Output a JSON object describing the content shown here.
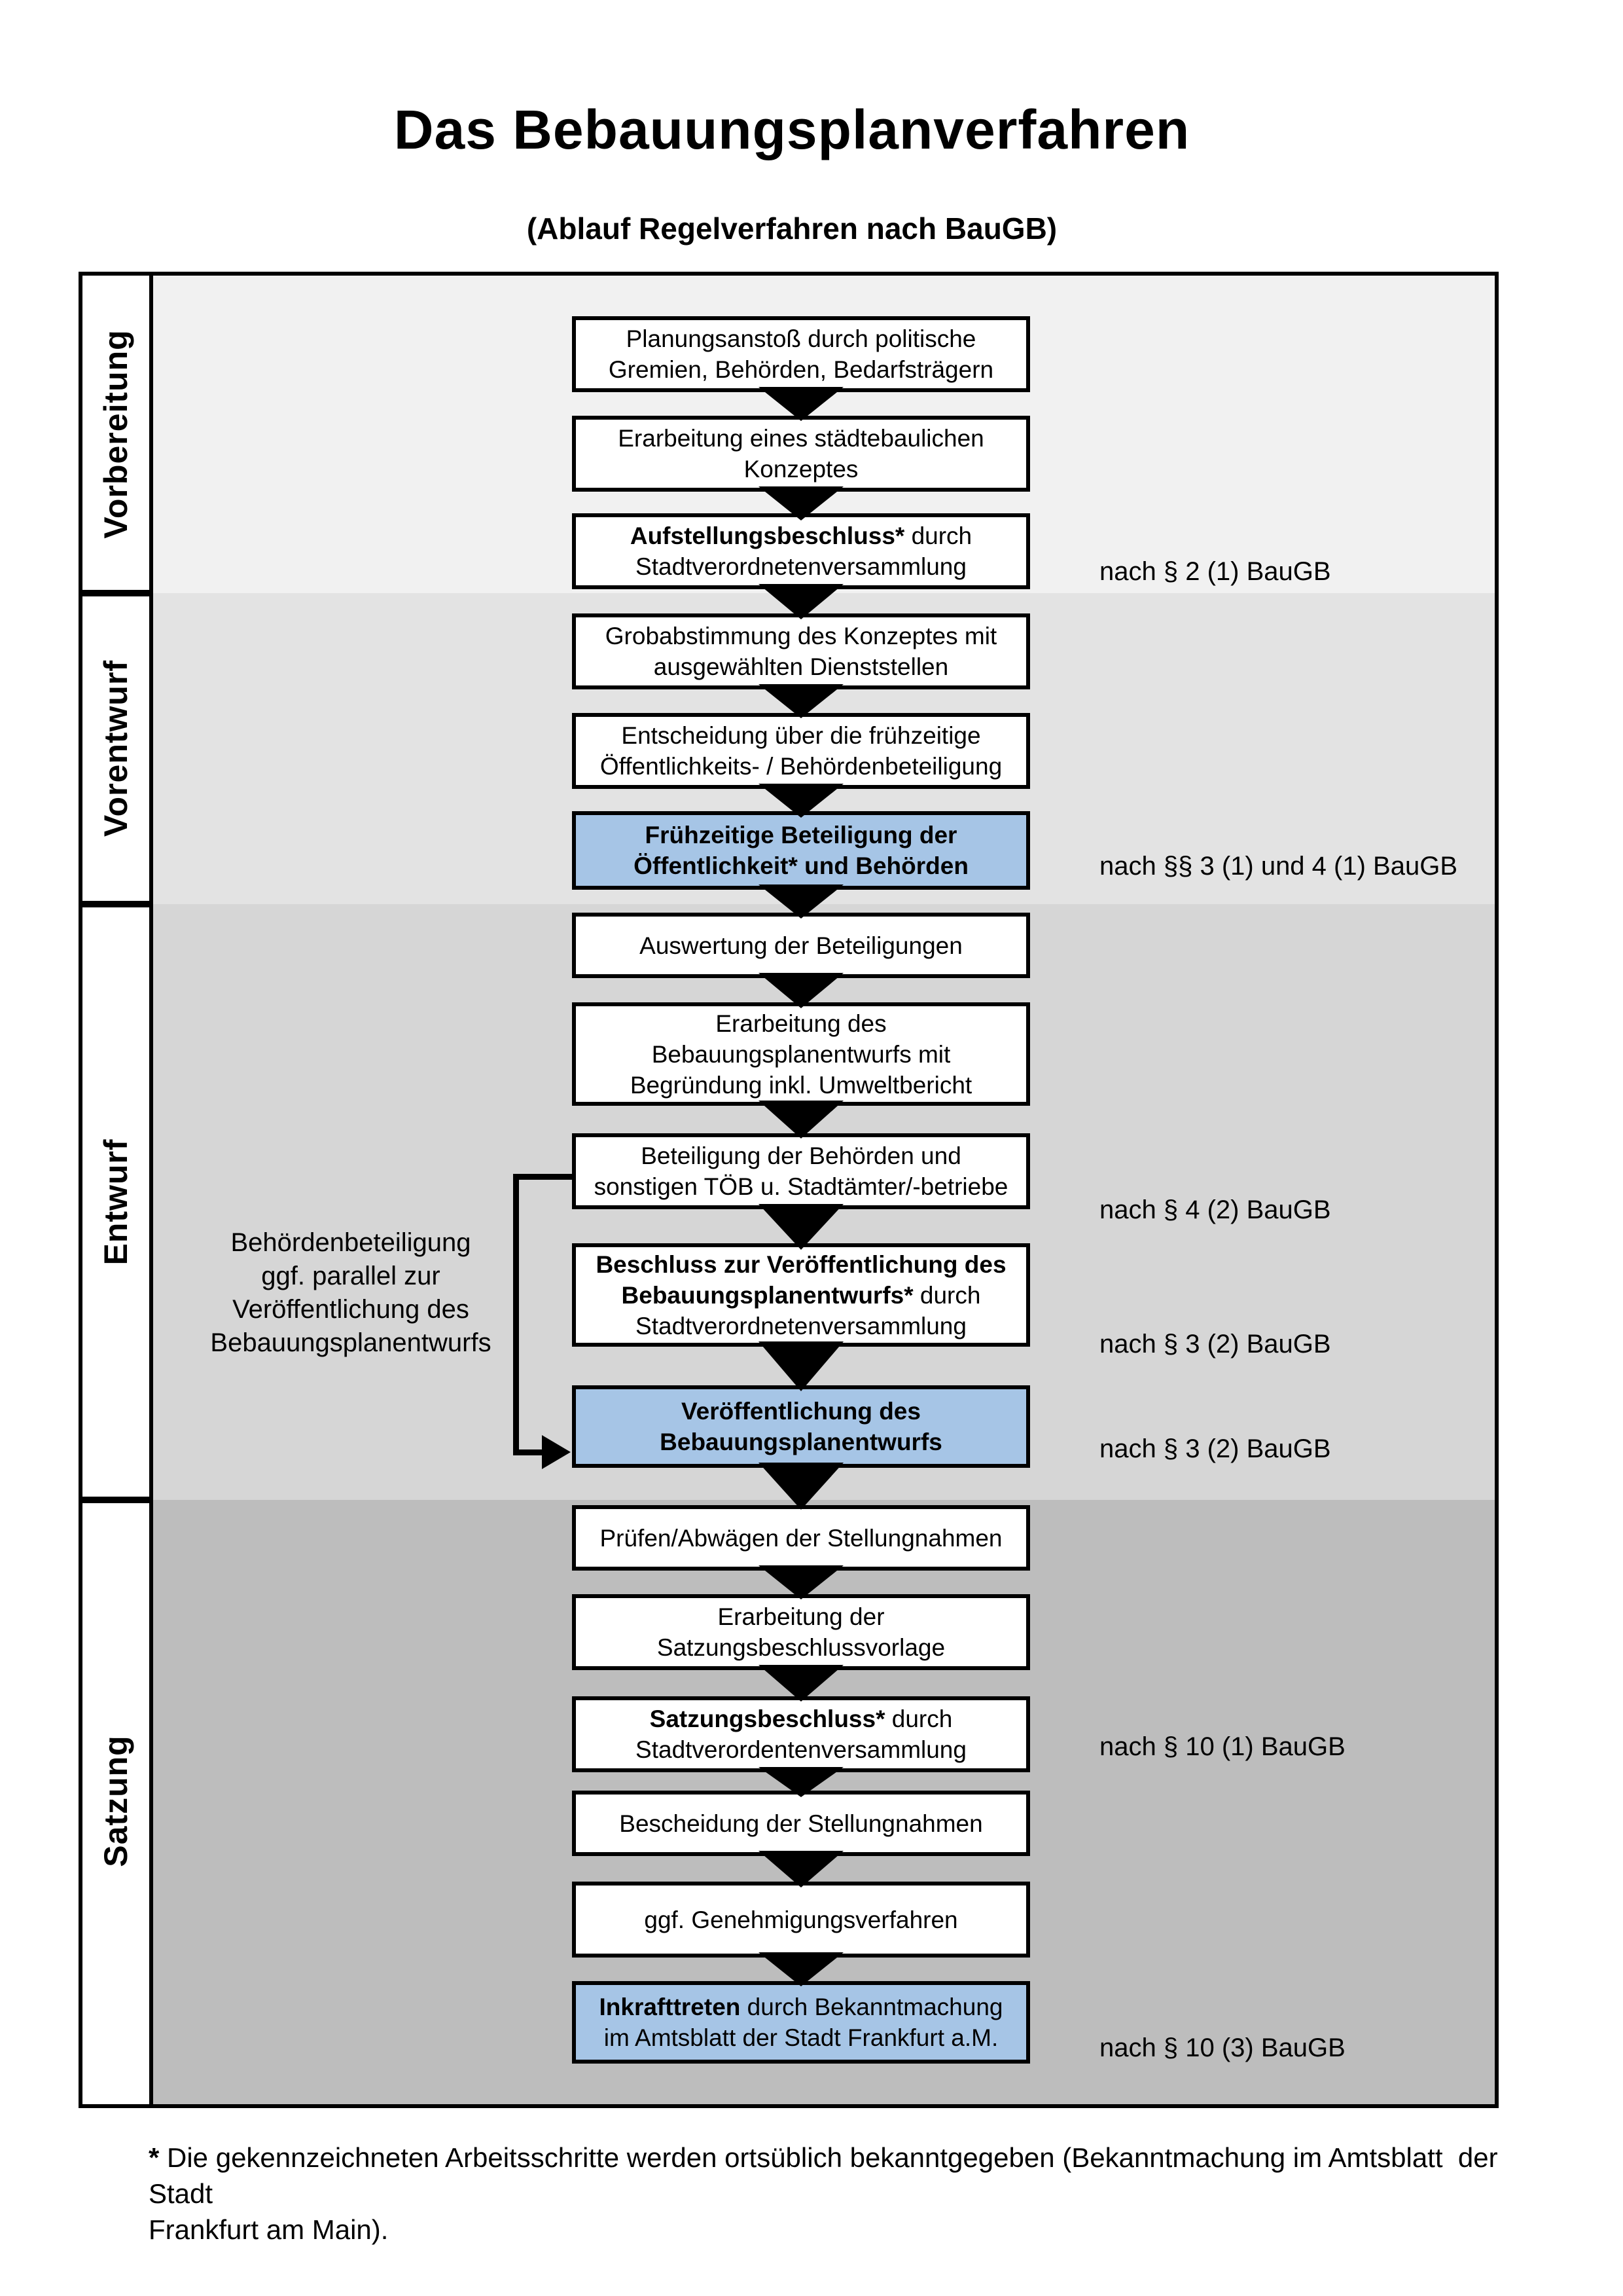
{
  "title": "Das Bebauungsplanverfahren",
  "subtitle": "(Ablauf Regelverfahren nach BauGB)",
  "colors": {
    "highlight": "#a6c5e6",
    "section_vorbereitung": "#f1f1f1",
    "section_vorentwurf": "#e3e3e3",
    "section_entwurf": "#d6d6d6",
    "section_satzung": "#bdbdbd"
  },
  "sections": [
    {
      "label": "Vorbereitung"
    },
    {
      "label": "Vorentwurf"
    },
    {
      "label": "Entwurf"
    },
    {
      "label": "Satzung"
    }
  ],
  "side_note": "Behördenbeteiligung\nggf. parallel zur\nVeröffentlichung des\nBebauungsplanentwurfs",
  "boxes": [
    {
      "lines": [
        [
          {
            "t": "Planungsanstoß durch politische"
          }
        ],
        [
          {
            "t": "Gremien, Behörden, Bedarfsträgern"
          }
        ]
      ]
    },
    {
      "lines": [
        [
          {
            "t": "Erarbeitung eines städtebaulichen"
          }
        ],
        [
          {
            "t": "Konzeptes"
          }
        ]
      ]
    },
    {
      "lines": [
        [
          {
            "t": "Aufstellungsbeschluss*",
            "b": true
          },
          {
            "t": " durch"
          }
        ],
        [
          {
            "t": "Stadtverordnetenversammlung"
          }
        ]
      ]
    },
    {
      "lines": [
        [
          {
            "t": "Grobabstimmung des Konzeptes mit"
          }
        ],
        [
          {
            "t": "ausgewählten Dienststellen"
          }
        ]
      ]
    },
    {
      "lines": [
        [
          {
            "t": "Entscheidung über die frühzeitige"
          }
        ],
        [
          {
            "t": "Öffentlichkeits- / Behördenbeteiligung"
          }
        ]
      ]
    },
    {
      "lines": [
        [
          {
            "t": "Frühzeitige Beteiligung der",
            "b": true
          }
        ],
        [
          {
            "t": "Öffentlichkeit* und Behörden",
            "b": true
          }
        ]
      ]
    },
    {
      "lines": [
        [
          {
            "t": "Auswertung der Beteiligungen"
          }
        ]
      ]
    },
    {
      "lines": [
        [
          {
            "t": "Erarbeitung des"
          }
        ],
        [
          {
            "t": "Bebauungsplanentwurfs mit"
          }
        ],
        [
          {
            "t": "Begründung inkl. Umweltbericht"
          }
        ]
      ]
    },
    {
      "lines": [
        [
          {
            "t": "Beteiligung der Behörden und"
          }
        ],
        [
          {
            "t": "sonstigen TÖB u. Stadtämter/-betriebe"
          }
        ]
      ]
    },
    {
      "lines": [
        [
          {
            "t": "Beschluss zur Veröffentlichung des",
            "b": true
          }
        ],
        [
          {
            "t": "Bebauungsplanentwurfs*",
            "b": true
          },
          {
            "t": " durch"
          }
        ],
        [
          {
            "t": "Stadtverordnetenversammlung"
          }
        ]
      ]
    },
    {
      "lines": [
        [
          {
            "t": "Veröffentlichung des",
            "b": true
          }
        ],
        [
          {
            "t": "Bebauungsplanentwurfs",
            "b": true
          }
        ]
      ]
    },
    {
      "lines": [
        [
          {
            "t": "Prüfen/Abwägen der Stellungnahmen"
          }
        ]
      ]
    },
    {
      "lines": [
        [
          {
            "t": "Erarbeitung der"
          }
        ],
        [
          {
            "t": "Satzungsbeschlussvorlage"
          }
        ]
      ]
    },
    {
      "lines": [
        [
          {
            "t": "Satzungsbeschluss*",
            "b": true
          },
          {
            "t": " durch"
          }
        ],
        [
          {
            "t": "Stadtverordentenversammlung"
          }
        ]
      ]
    },
    {
      "lines": [
        [
          {
            "t": "Bescheidung der Stellungnahmen"
          }
        ]
      ]
    },
    {
      "lines": [
        [
          {
            "t": "ggf. Genehmigungsverfahren"
          }
        ]
      ]
    },
    {
      "lines": [
        [
          {
            "t": "Inkrafttreten",
            "b": true
          },
          {
            "t": " durch Bekanntmachung"
          }
        ],
        [
          {
            "t": "im Amtsblatt der Stadt Frankfurt a.M."
          }
        ]
      ]
    }
  ],
  "annotations": [
    {
      "text": "nach § 2 (1) BauGB"
    },
    {
      "text": "nach §§ 3 (1) und 4 (1) BauGB"
    },
    {
      "text": "nach § 4 (2) BauGB"
    },
    {
      "text": "nach § 3 (2) BauGB"
    },
    {
      "text": "nach § 3 (2) BauGB"
    },
    {
      "text": "nach § 10 (1) BauGB"
    },
    {
      "text": "nach § 10 (3) BauGB"
    }
  ],
  "footnote": {
    "lines": [
      [
        {
          "t": "* ",
          "b": true
        },
        {
          "t": "Die gekennzeichneten Arbeitsschritte werden ortsüblich bekanntgegeben (Bekanntmachung im Amtsblatt  der Stadt"
        }
      ],
      [
        {
          "t": "Frankfurt am Main)."
        }
      ]
    ]
  }
}
